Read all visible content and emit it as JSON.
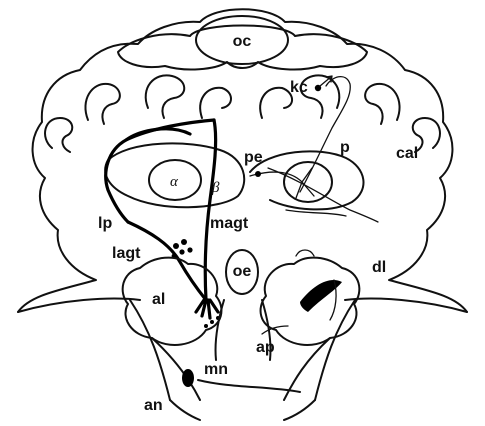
{
  "labels": {
    "oc": "oc",
    "kc": "kc",
    "p": "p",
    "cal": "cal",
    "pe": "pe",
    "alpha": "α",
    "beta": "β",
    "lp": "lp",
    "magt": "magt",
    "lagt": "lagt",
    "oe": "oe",
    "dl": "dl",
    "al": "al",
    "ap": "ap",
    "mn": "mn",
    "an": "an"
  }
}
